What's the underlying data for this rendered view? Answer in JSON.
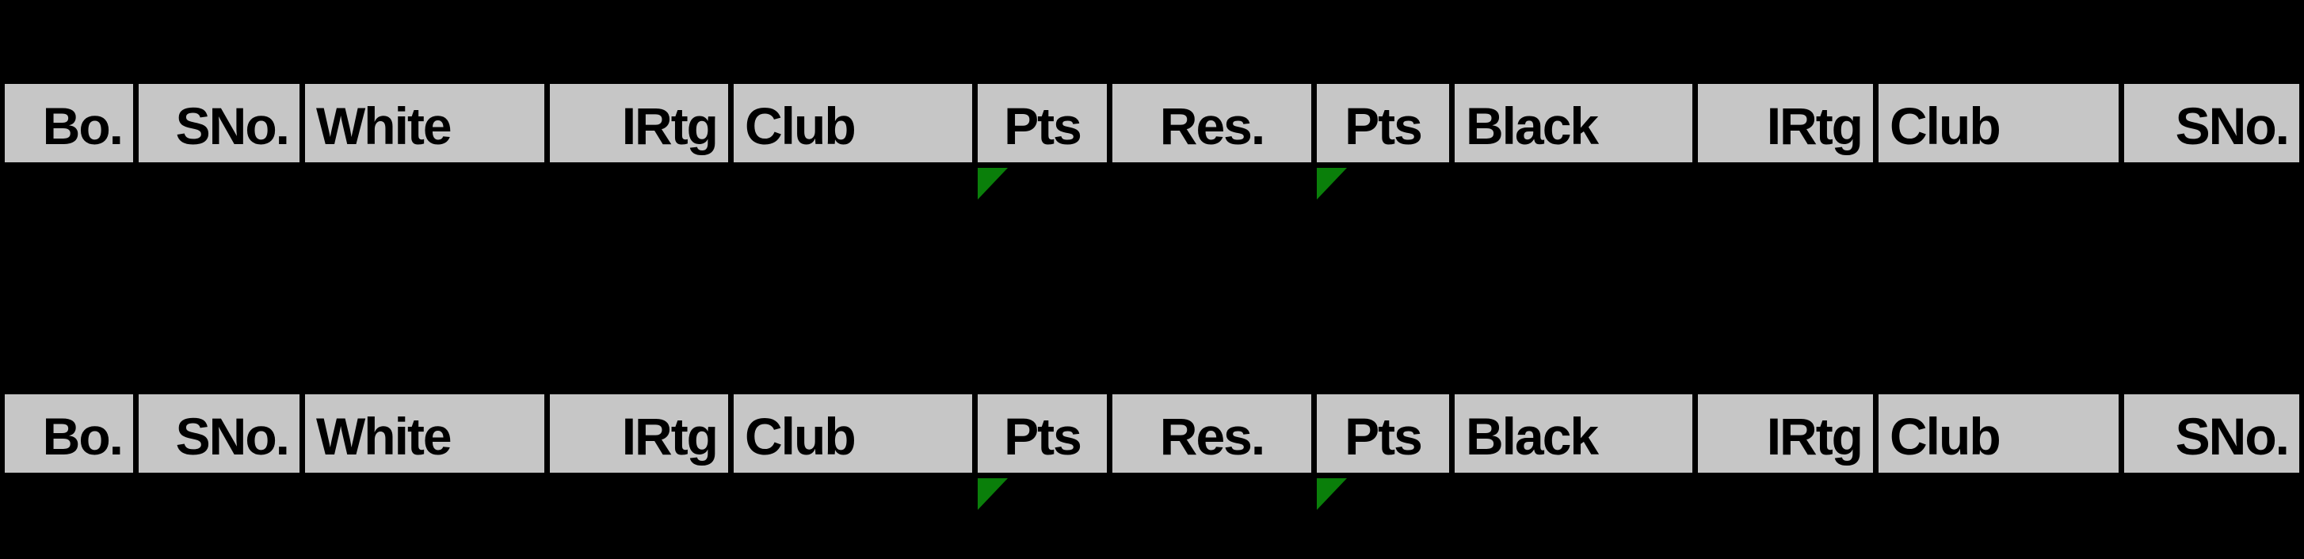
{
  "page": {
    "background": "#000000"
  },
  "pairing_header": {
    "columns": [
      {
        "label": "Bo.",
        "align": "right",
        "marker": false
      },
      {
        "label": "SNo.",
        "align": "right",
        "marker": false
      },
      {
        "label": "White",
        "align": "left",
        "marker": false
      },
      {
        "label": "IRtg",
        "align": "right",
        "marker": false
      },
      {
        "label": "Club",
        "align": "left",
        "marker": false
      },
      {
        "label": "Pts",
        "align": "center",
        "marker": true
      },
      {
        "label": "Res.",
        "align": "center",
        "marker": false
      },
      {
        "label": "Pts",
        "align": "center",
        "marker": true
      },
      {
        "label": "Black",
        "align": "left",
        "marker": false
      },
      {
        "label": "IRtg",
        "align": "right",
        "marker": false
      },
      {
        "label": "Club",
        "align": "left",
        "marker": false
      },
      {
        "label": "SNo.",
        "align": "right",
        "marker": false
      }
    ],
    "colors": {
      "header_cell_bg": "#c6c6c6",
      "header_text": "#000000",
      "grid_border": "#000000",
      "marker_green": "#0a7f0a"
    },
    "rows_shown": 2
  }
}
